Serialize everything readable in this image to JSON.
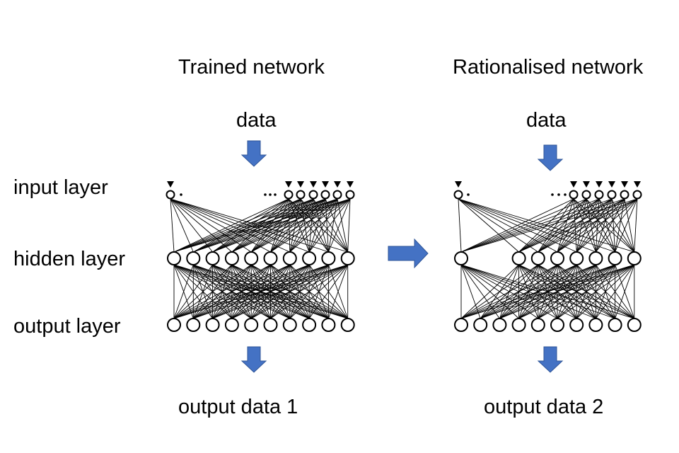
{
  "titles": {
    "left": "Trained network",
    "right": "Rationalised network"
  },
  "layer_labels": {
    "input": "input layer",
    "hidden": "hidden layer",
    "output": "output layer"
  },
  "left_network": {
    "input_label": "data",
    "output_label": "output data 1",
    "input_nodes_shown": 7,
    "hidden_nodes": 10,
    "output_nodes": 10,
    "removed_hidden_nodes": []
  },
  "right_network": {
    "input_label": "data",
    "output_label": "output data 2",
    "input_nodes_shown": 7,
    "hidden_nodes": 10,
    "output_nodes": 10,
    "removed_hidden_nodes": [
      1,
      2
    ]
  },
  "colors": {
    "arrow_fill": "#4472C4",
    "arrow_stroke": "#2F5597",
    "node_stroke": "#000000",
    "edge": "#000000"
  },
  "icons": {
    "flow_arrow": "down-arrow-icon",
    "transform_arrow": "right-arrow-icon",
    "input_marker": "down-triangle-icon",
    "ellipsis": "ellipsis-dots"
  }
}
